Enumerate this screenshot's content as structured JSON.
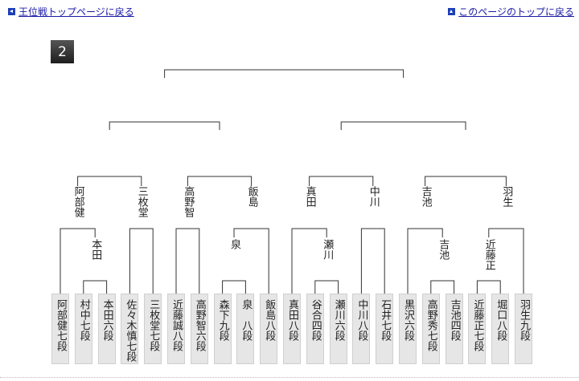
{
  "nav": {
    "back_label": "王位戦トップページに戻る",
    "top_label": "このページのトップに戻る"
  },
  "block_number": "2",
  "players": [
    "阿部健七段",
    "村中七段",
    "本田六段",
    "佐々木慎七段",
    "三枚堂七段",
    "近藤誠八段",
    "高野智六段",
    "森下九段",
    "泉　八段",
    "飯島八段",
    "真田八段",
    "谷合四段",
    "瀬川六段",
    "中川八段",
    "石井七段",
    "黒沢六段",
    "高野秀七段",
    "吉池四段",
    "近藤正七段",
    "堀口八段",
    "羽生九段"
  ],
  "round1_winners": [
    "本田",
    "泉",
    "瀬川",
    "吉池",
    "近藤正"
  ],
  "round2_winners": [
    "阿部健",
    "三枚堂",
    "高野智",
    "飯島",
    "真田",
    "中川",
    "吉池",
    "羽生"
  ],
  "colors": {
    "link": "#1a1aa6",
    "box": "#e6e6e6",
    "line": "#333333"
  }
}
